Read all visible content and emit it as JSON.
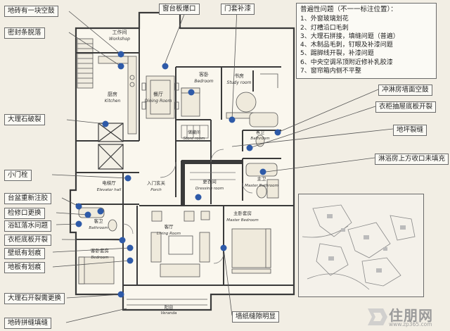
{
  "colors": {
    "marker": "#2e5aa8",
    "wall": "#3a3a3a",
    "room_fill": "#faf7ee",
    "leader": "#555555"
  },
  "rooms": {
    "workshop_cn": "工作间",
    "workshop_en": "Workshop",
    "kitchen_cn": "厨房",
    "kitchen_en": "Kitchen",
    "dining_cn": "餐厅",
    "dining_en": "Dining Room",
    "guest_cn": "客卧",
    "guest_en": "Bedroom",
    "study_cn": "书房",
    "study_en": "Study room",
    "storage_cn": "储藏间",
    "storage_en": "Store room",
    "bath2_cn": "客卫",
    "bath2_en": "Bathroom",
    "elevator_cn": "电梯厅",
    "elevator_en": "Elevator hall",
    "porch_cn": "入门玄关",
    "porch_en": "Porch",
    "dressing_cn": "更衣间",
    "dressing_en": "Dressing room",
    "master_bath_cn": "主卫",
    "master_bath_en": "Master Bathroom",
    "bath3_cn": "客卫",
    "bath3_en": "Bathroom",
    "bed3_cn": "客卧套房",
    "bed3_en": "Bedroom",
    "living_cn": "客厅",
    "living_en": "Living Room",
    "master_cn": "主卧套房",
    "master_en": "Master Bedroom",
    "veranda_cn": "阳台",
    "veranda_en": "Veranda"
  },
  "labels": {
    "tile_hollow": "地砖有一块空鼓",
    "seal_strip": "密封条脱落",
    "marble_crack": "大理石破裂",
    "small_door_pin": "小门栓",
    "counter_glue": "台盆重新注胶",
    "access_panel": "检修口更换",
    "bathtub_drain": "浴缸落水问题",
    "cabinet_base_crack": "衣柜底板开裂",
    "wallpaper_scratch": "壁纸有划痕",
    "floor_scratch": "地板有划痕",
    "marble_crack_replace": "大理石开裂需更换",
    "tile_grout": "地砖拼缝填缝",
    "window_sill_bump": "窗台板爆口",
    "door_paint": "门套补漆",
    "shower_wall_hollow": "冲淋房墙面空鼓",
    "cabinet_drawer_crack": "衣柜抽屉底板开裂",
    "floor_crack": "地坪裂缝",
    "shower_ceiling": "淋浴房上方收口未填充",
    "wall_seam": "墙纸缝隙明显"
  },
  "legend": {
    "title": "普遍性问题（不一一标注位置）：",
    "items": [
      "1、外窗玻璃划花",
      "2、灯槽沿口毛刺",
      "3、大理石拼接，填缝问题（普遍）",
      "4、木制品毛刺，钉眼及补漆问题",
      "5、踢脚线开裂，补漆问题",
      "6、中央空调吊顶附近修补乳胶漆",
      "7、窗帘箱内侧不平整"
    ]
  },
  "watermark": {
    "text": "住朋网",
    "url": "www.zp365.com"
  }
}
